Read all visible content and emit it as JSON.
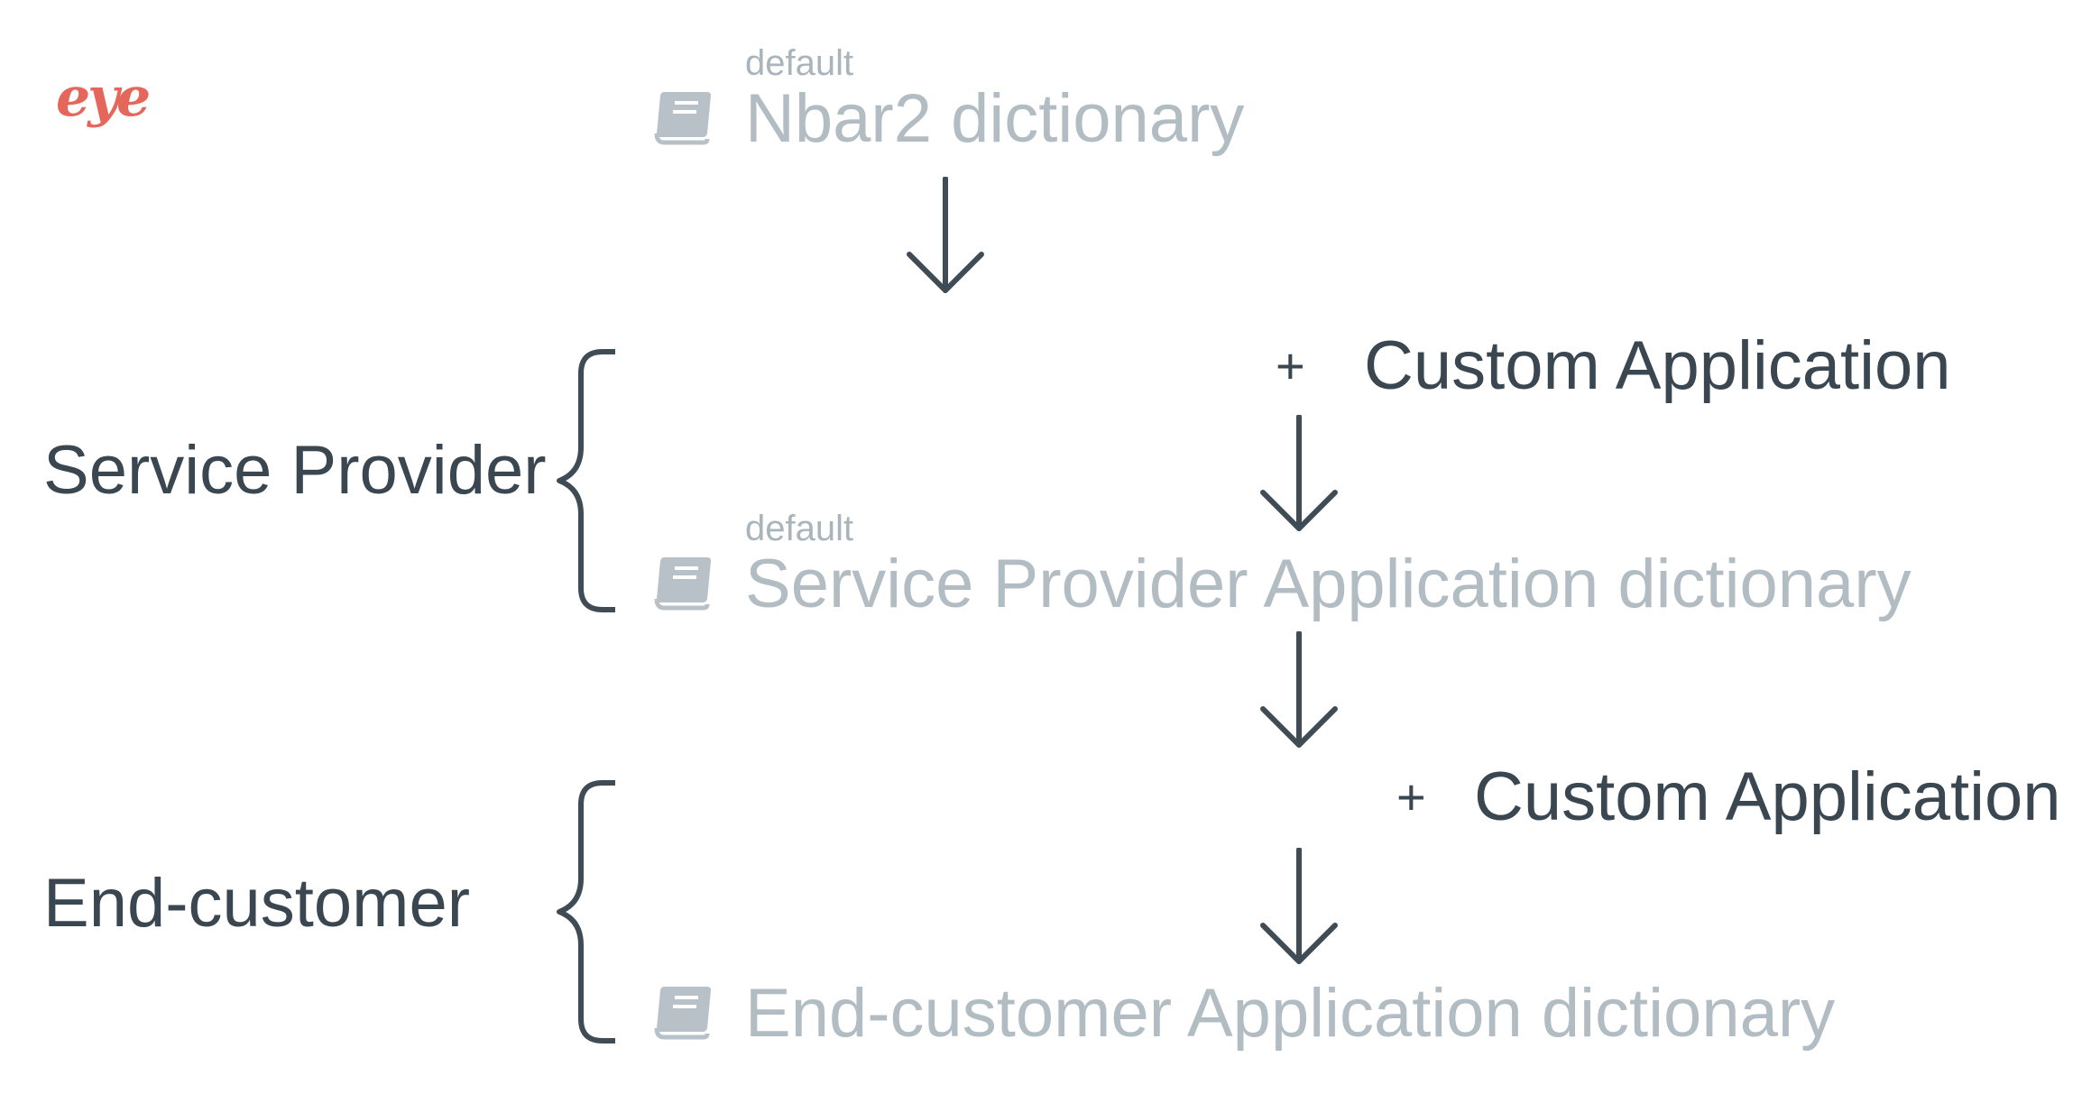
{
  "logo": {
    "text": "eye"
  },
  "colors": {
    "dark": "#3f4c55",
    "muted": "#b2bcc3",
    "logo": "#e5675c"
  },
  "icons": {
    "dictionary": "book-icon",
    "flow": "arrow-down-icon",
    "group": "curly-brace-icon"
  },
  "roles": {
    "service_provider": "Service Provider",
    "end_customer": "End-customer"
  },
  "dictionaries": {
    "nbar2": {
      "tag": "default",
      "name": "Nbar2 dictionary"
    },
    "service_provider": {
      "tag": "default",
      "name": "Service Provider Application dictionary"
    },
    "end_customer": {
      "name": "End-customer Application dictionary"
    }
  },
  "custom_steps": {
    "service_provider": {
      "plus": "+",
      "label": "Custom Application"
    },
    "end_customer": {
      "plus": "+",
      "label": "Custom Application"
    }
  }
}
